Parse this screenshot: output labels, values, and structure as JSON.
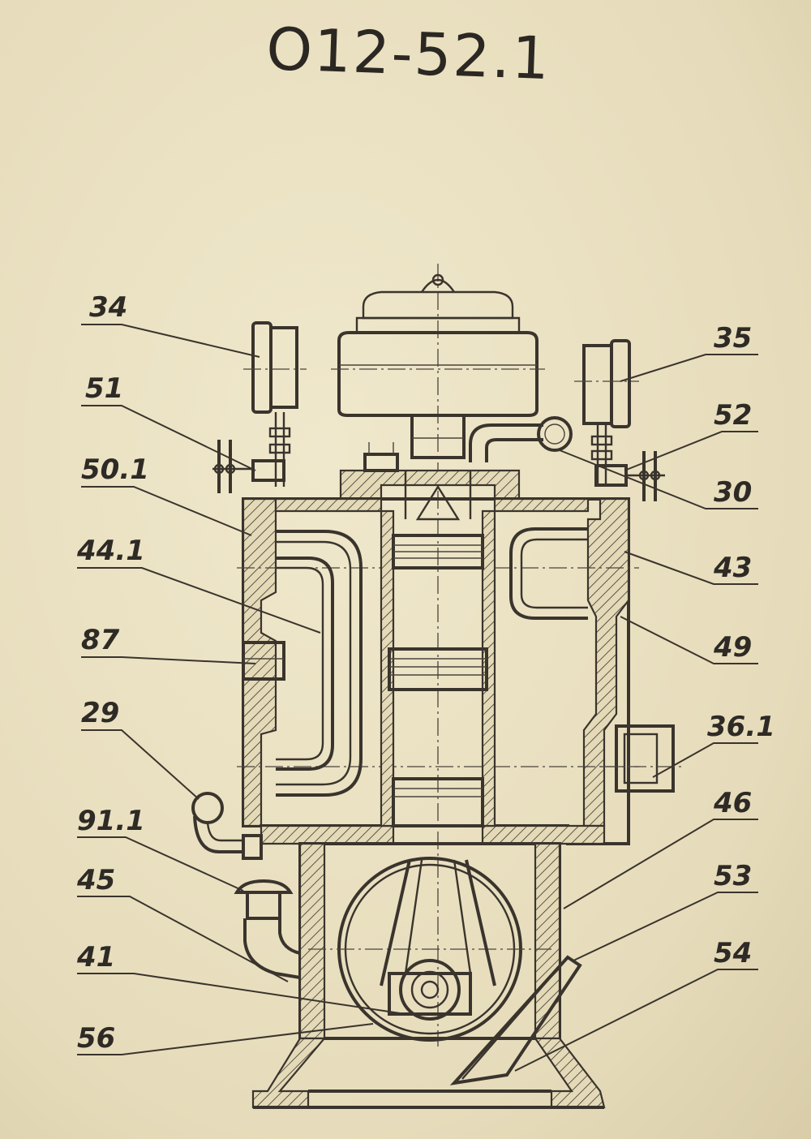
{
  "drawing": {
    "code": "О12-52.1",
    "callouts": {
      "c34": "34",
      "c51": "51",
      "c50_1": "50.1",
      "c44_1": "44.1",
      "c87": "87",
      "c29": "29",
      "c91_1": "91.1",
      "c45": "45",
      "c41": "41",
      "c56": "56",
      "c35": "35",
      "c52": "52",
      "c30": "30",
      "c43": "43",
      "c49": "49",
      "c36_1": "36.1",
      "c46": "46",
      "c53": "53",
      "c54": "54"
    }
  },
  "colors": {
    "paper": "#ece3c5",
    "ink": "#3a342d"
  }
}
